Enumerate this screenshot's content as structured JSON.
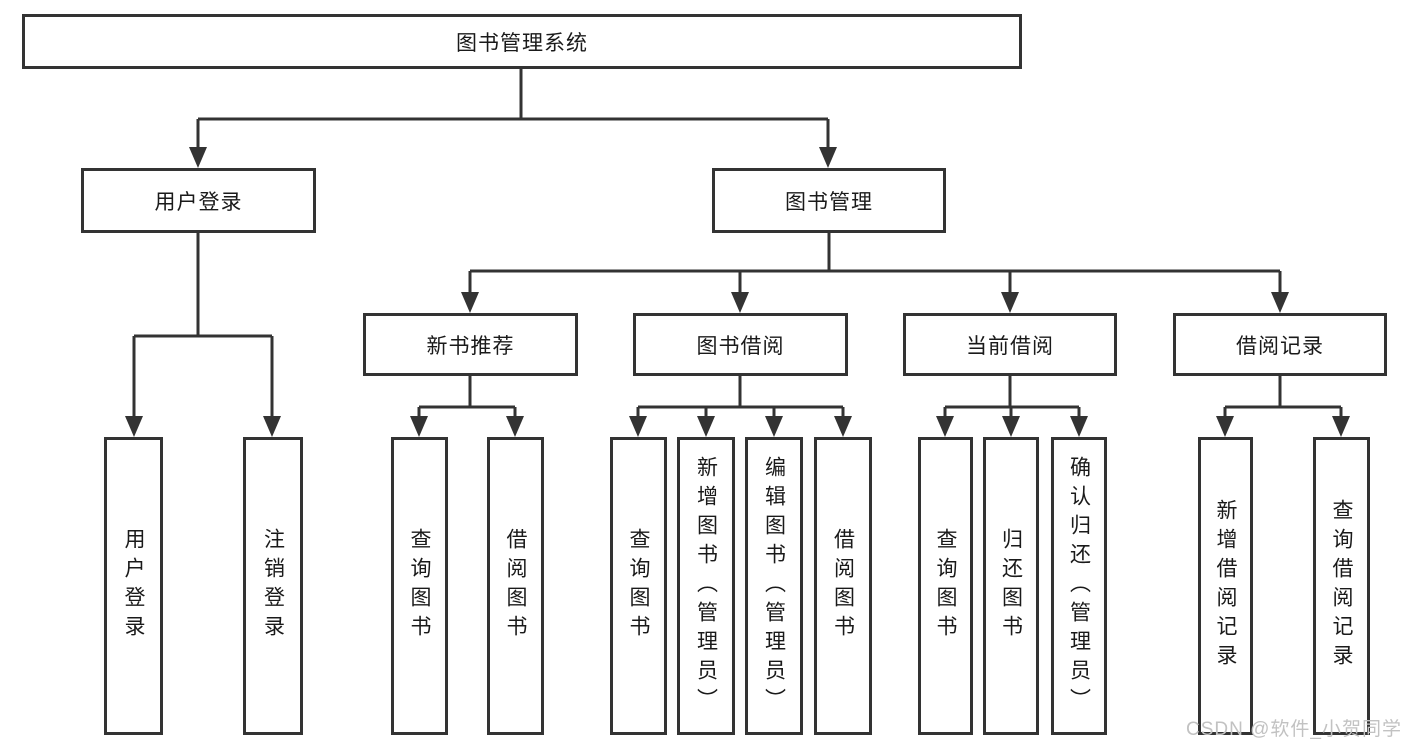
{
  "tree": {
    "root": {
      "label": "图书管理系统"
    },
    "level2": [
      {
        "label": "用户登录",
        "children": [
          {
            "label": "用户登录"
          },
          {
            "label": "注销登录"
          }
        ]
      },
      {
        "label": "图书管理",
        "children": [
          {
            "label": "新书推荐",
            "children": [
              {
                "label": "查询图书"
              },
              {
                "label": "借阅图书"
              }
            ]
          },
          {
            "label": "图书借阅",
            "children": [
              {
                "label": "查询图书"
              },
              {
                "label": "新增图书（管理员）"
              },
              {
                "label": "编辑图书（管理员）"
              },
              {
                "label": "借阅图书"
              }
            ]
          },
          {
            "label": "当前借阅",
            "children": [
              {
                "label": "查询图书"
              },
              {
                "label": "归还图书"
              },
              {
                "label": "确认归还（管理员）"
              }
            ]
          },
          {
            "label": "借阅记录",
            "children": [
              {
                "label": "新增借阅记录"
              },
              {
                "label": "查询借阅记录"
              }
            ]
          }
        ]
      }
    ]
  },
  "watermark": {
    "text": "CSDN @软件_小贺同学"
  },
  "colors": {
    "line": "#333333",
    "text": "#1a1a1a",
    "watermark": "#c2c2c2",
    "background": "#ffffff"
  }
}
